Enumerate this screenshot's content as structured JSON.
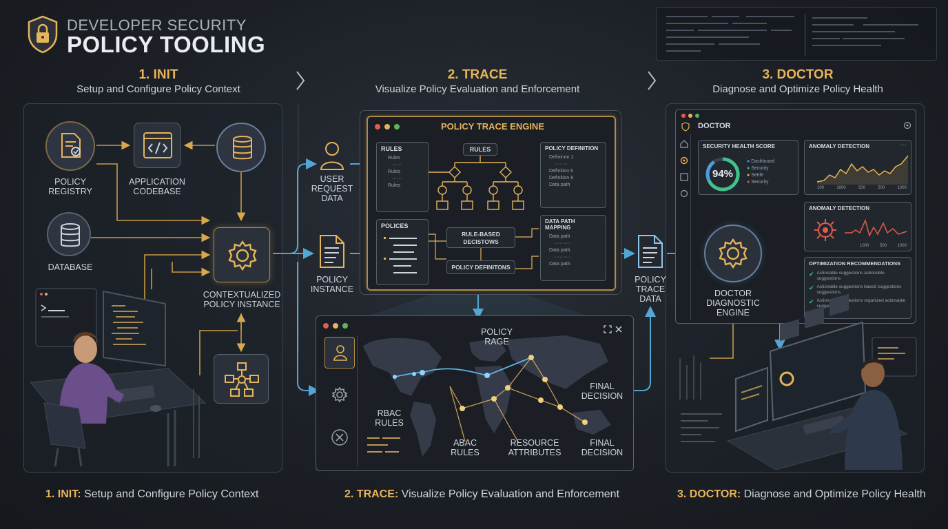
{
  "header": {
    "kicker": "DEVELOPER SECURITY",
    "title": "POLICY TOOLING",
    "shield_icon": "lock-shield-icon"
  },
  "steps": [
    {
      "title": "1. INIT",
      "subtitle": "Setup and Configure Policy Context"
    },
    {
      "title": "2. TRACE",
      "subtitle": "Visualize Policy Evaluation and Enforcement"
    },
    {
      "title": "3. DOCTOR",
      "subtitle": "Diagnose and Optimize Policy Health"
    }
  ],
  "init": {
    "policy_registry": "POLICY\nREGISTRY",
    "application_codebase": "APPLICATION\nCODEBASE",
    "database": "DATABASE",
    "contextualized": "CONTEXTUALIZED\nPOLICY INSTANCE"
  },
  "trace": {
    "user_request": "USER\nREQUEST\nDATA",
    "policy_instance": "POLICY\nINSTANCE",
    "engine_title": "POLICY TRACE ENGINE",
    "rules_header": "RULES",
    "rules_items": [
      "Rules",
      "Rules",
      "Rules"
    ],
    "rules_node": "RULES",
    "policies_header": "POLICES",
    "rule_based": "RULE-BASED\nDECISTOWS",
    "policy_definitons": "POLICY DEFINITONS",
    "policy_definition_header": "POLICY DEFINITION",
    "policy_definition_items": [
      "Defininon 1",
      "Definition 6",
      "Definition 8",
      "Data path"
    ],
    "data_path_header": "DATA PATH MAPPING",
    "data_path_items": [
      "Data path",
      "Data path",
      "Data path"
    ],
    "map_title": "POLICY\nRAGE",
    "rbac": "RBAC\nRULES",
    "abac": "ABAC\nRULES",
    "resource": "RESOURCE\nATTRIBUTES",
    "final_decision": "FINAL\nDECISION",
    "final_decision_right": "FINAL\nDECISION",
    "policy_trace_data": "POLICY\nTRACE\nDATA"
  },
  "doctor": {
    "window_title": "DOCTOR",
    "health_header": "SECURITY HEALTH SCORE",
    "health_score": "94%",
    "health_legend": [
      "Dashboard",
      "Security",
      "Settle",
      "Security"
    ],
    "anomaly_header_1": "ANOMALY DETECTION",
    "anomaly_header_2": "ANOMALY DETECTION",
    "anomaly_ticks": [
      "100",
      "1000",
      "500",
      "500",
      "1000"
    ],
    "anomaly_ticks_2": [
      "1000",
      "500",
      "1000"
    ],
    "optimization_header": "OPTIMIZATION RECOMMENDATIONS",
    "recommendations": [
      "Actionable suggestions actionable suggestions",
      "Actionable suggestions based suggestions suggestions",
      "Actionable suggestions organized actionable suggestions"
    ],
    "engine_label": "DOCTOR\nDIAGNOSTIC\nENGINE",
    "menu_dots": "···"
  },
  "footer": [
    {
      "bold": "1. INIT:",
      "text": " Setup and Configure Policy Context"
    },
    {
      "bold": "2. TRACE:",
      "text": " Visualize Policy Evaluation and Enforcement"
    },
    {
      "bold": "3. DOCTOR:",
      "text": " Diagnose and Optimize Policy Health"
    }
  ],
  "colors": {
    "gold": "#e6b45a",
    "blue_flow": "#5ab4e6",
    "panel_border": "#3d4550",
    "health_green": "#3fc38a"
  }
}
